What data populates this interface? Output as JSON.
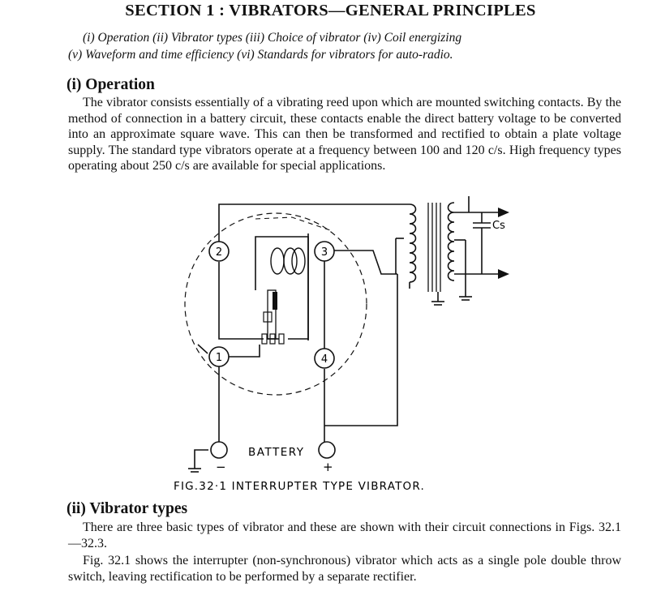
{
  "section_title": "SECTION 1 : VIBRATORS—GENERAL PRINCIPLES",
  "toc": {
    "line1": "(i) Operation (ii) Vibrator types (iii) Choice of vibrator (iv) Coil energizing",
    "line2": "(v) Waveform and time efficiency (vi) Standards for vibrators for auto-radio."
  },
  "operation": {
    "heading": "(i) Operation",
    "paragraph": "The vibrator consists essentially of a vibrating reed upon which are mounted switching contacts. By the method of connection in a battery circuit, these contacts enable the direct battery voltage to be converted into an approximate square wave. This can then be transformed and rectified to obtain a plate voltage supply. The standard type vibrators operate at a frequency between 100 and 120 c/s. High frequency types operating about 250 c/s are available for special applications."
  },
  "figure": {
    "terminals": [
      "1",
      "2",
      "3",
      "4"
    ],
    "capacitor_label": "Cs",
    "battery_label": "BATTERY",
    "minus_sign": "−",
    "plus_sign": "+",
    "caption": "FIG.32·1 INTERRUPTER TYPE VIBRATOR."
  },
  "vibrator_types": {
    "heading": "(ii) Vibrator types",
    "paragraph1": "There are three basic types of vibrator and these are shown with their circuit connections in Figs. 32.1—32.3.",
    "paragraph2": "Fig. 32.1 shows the interrupter (non-synchronous) vibrator which acts as a single pole double throw switch, leaving rectification to be performed by a separate rectifier."
  }
}
